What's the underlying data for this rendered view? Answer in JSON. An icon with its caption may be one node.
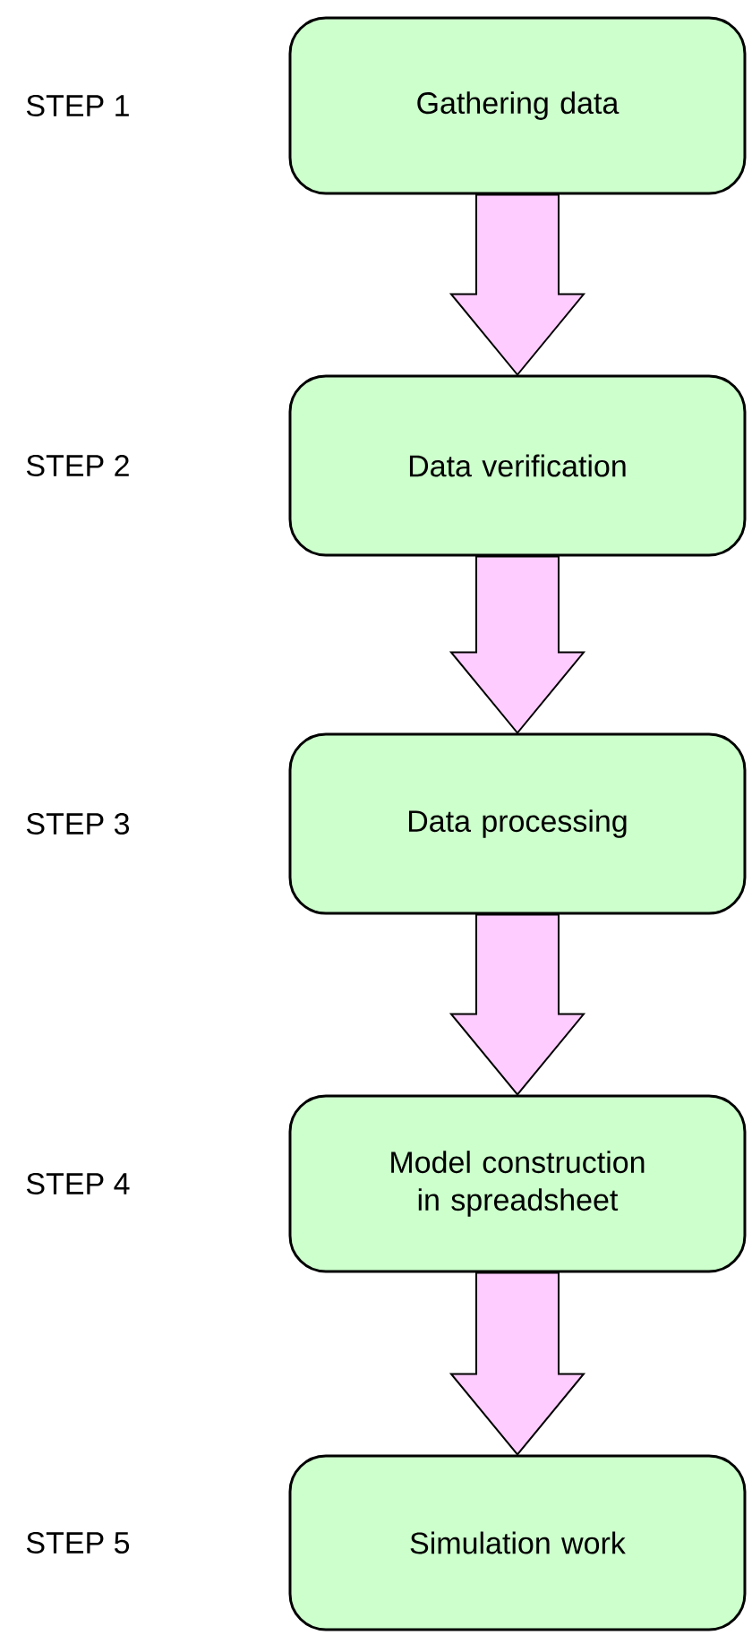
{
  "diagram": {
    "nodes": [
      {
        "text": [
          "Gathering data"
        ]
      },
      {
        "text": [
          "Data verification"
        ]
      },
      {
        "text": [
          "Data processing"
        ]
      },
      {
        "text": [
          "Model construction in spreadsheet"
        ]
      },
      {
        "text": [
          "Simulation work"
        ]
      }
    ],
    "edges": [
      {
        "from": 0,
        "to": 1,
        "arrow": "to"
      },
      {
        "from": 1,
        "to": 2,
        "arrow": "to"
      },
      {
        "from": 2,
        "to": 3,
        "arrow": "to"
      },
      {
        "from": 3,
        "to": 4,
        "arrow": "to"
      }
    ],
    "labels": [
      "STEP 1",
      "STEP 2",
      "STEP 3",
      "STEP 4",
      "STEP 5"
    ]
  }
}
